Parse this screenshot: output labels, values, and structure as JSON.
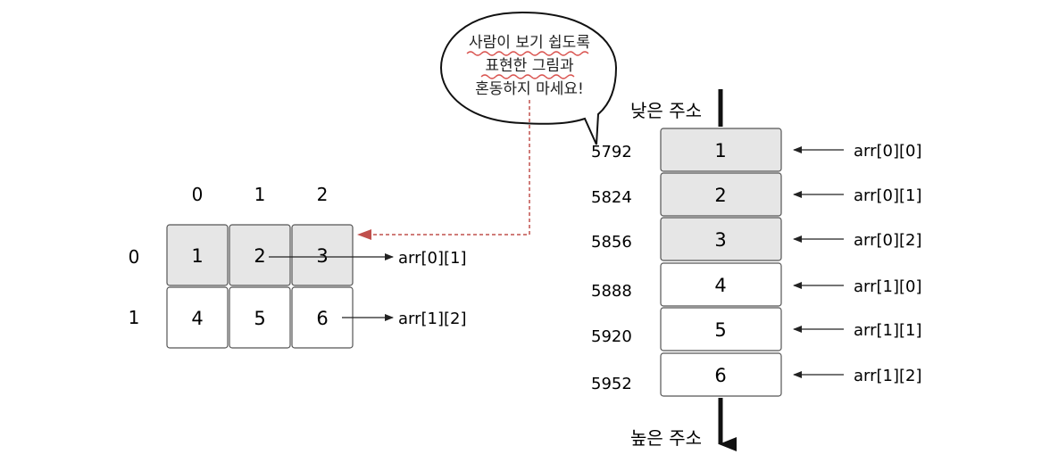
{
  "speech_bubble": {
    "lines": [
      "사람이 보기 쉽도록",
      "표현한 그림과",
      "혼동하지 마세요!"
    ]
  },
  "grid": {
    "col_headers": [
      "0",
      "1",
      "2"
    ],
    "row_headers": [
      "0",
      "1"
    ],
    "cells": [
      [
        "1",
        "2",
        "3"
      ],
      [
        "4",
        "5",
        "6"
      ]
    ],
    "pointer_labels": [
      "arr[0][1]",
      "arr[1][2]"
    ]
  },
  "memory": {
    "top_label": "낮은 주소",
    "bottom_label": "높은 주소",
    "addresses": [
      "5792",
      "5824",
      "5856",
      "5888",
      "5920",
      "5952"
    ],
    "values": [
      "1",
      "2",
      "3",
      "4",
      "5",
      "6"
    ],
    "labels": [
      "arr[0][0]",
      "arr[0][1]",
      "arr[0][2]",
      "arr[1][0]",
      "arr[1][1]",
      "arr[1][2]"
    ]
  },
  "colors": {
    "shaded_cell": "#e6e6e6",
    "plain_cell": "#ffffff",
    "border": "#555555",
    "dashed_arrow": "#c0504d",
    "squiggle": "#d9534f"
  }
}
